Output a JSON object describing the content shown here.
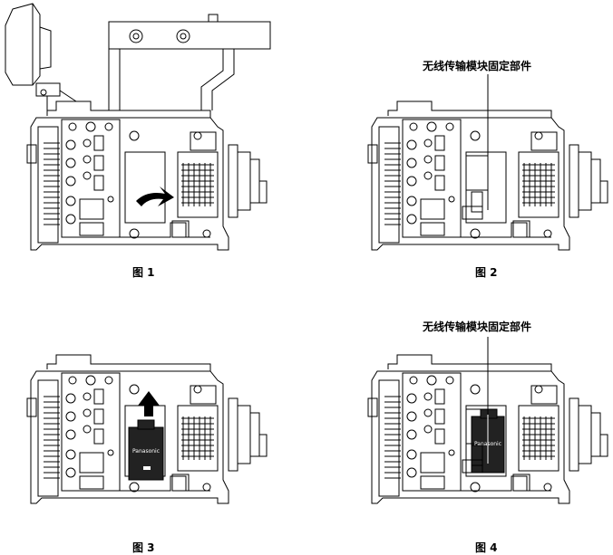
{
  "figures": [
    {
      "caption": "图 1"
    },
    {
      "caption": "图 2",
      "callout": "无线传输模块固定部件"
    },
    {
      "caption": "图 3",
      "module_brand": "Panasonic"
    },
    {
      "caption": "图 4",
      "callout": "无线传输模块固定部件",
      "module_brand": "Panasonic"
    }
  ],
  "colors": {
    "line": "#000000",
    "background": "#ffffff",
    "module_fill": "#222222",
    "module_text": "#ffffff"
  },
  "icons": [
    "rotate-arrow-icon",
    "up-arrow-icon",
    "handle-arm",
    "fixing-part",
    "wireless-module"
  ]
}
